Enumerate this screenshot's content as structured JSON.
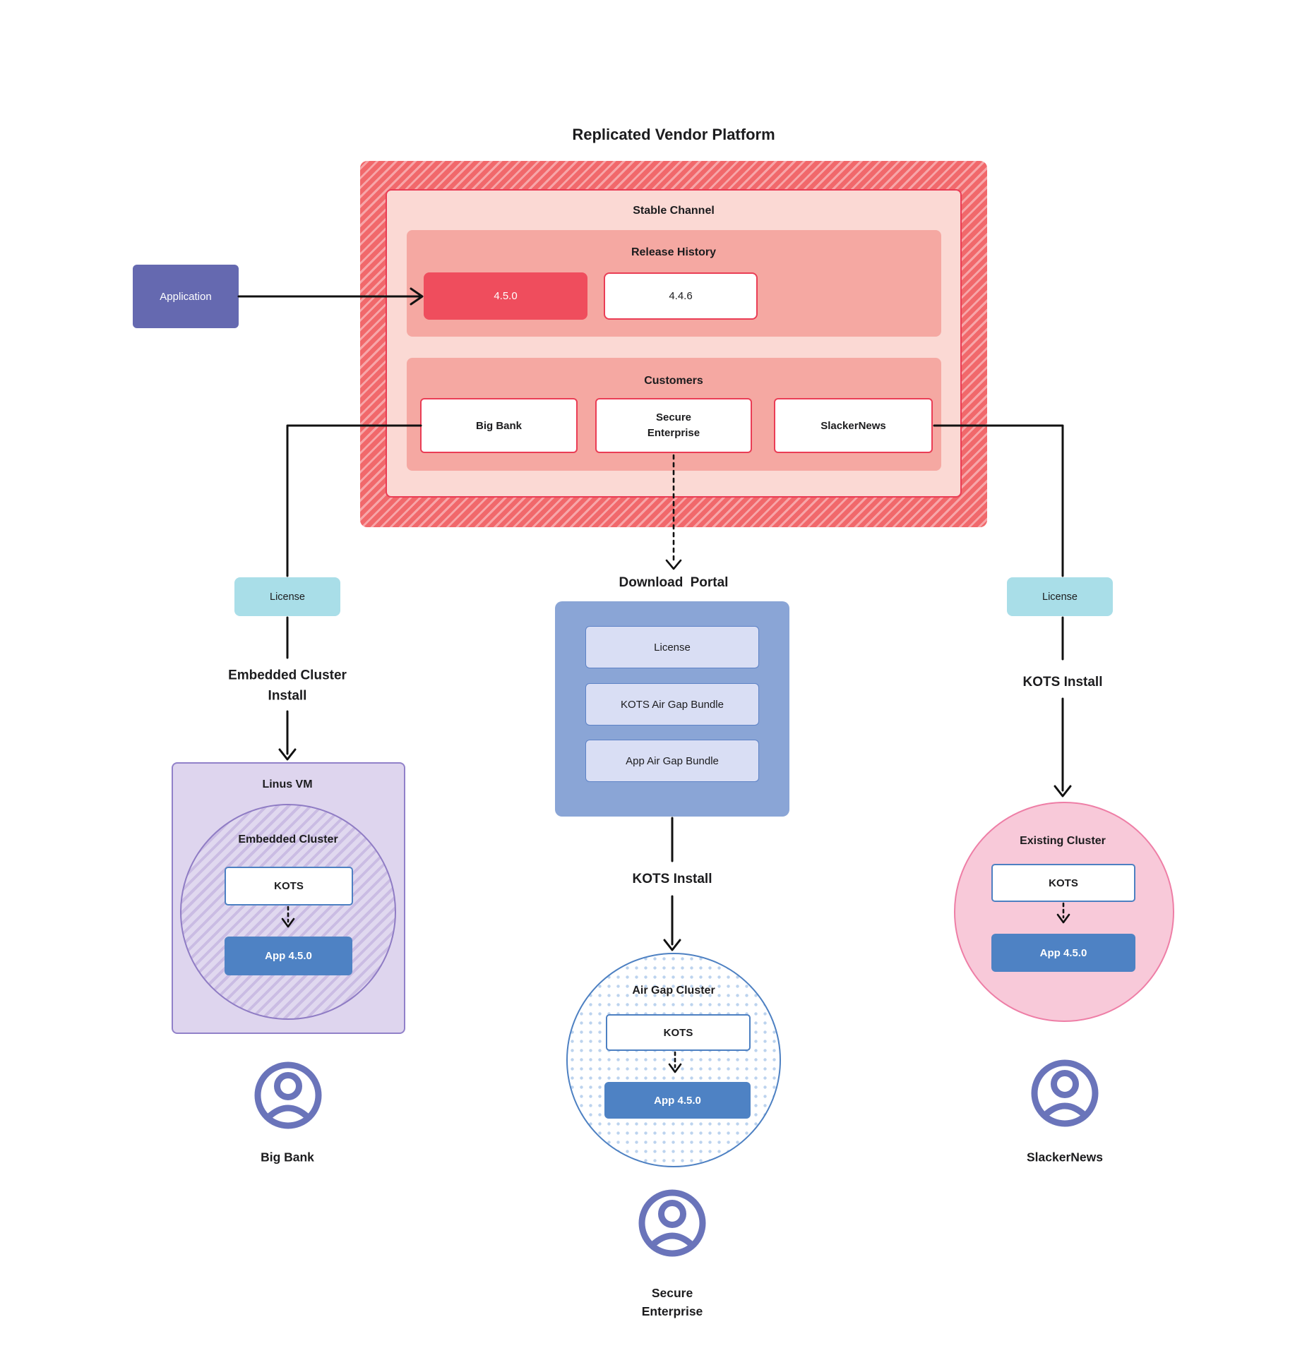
{
  "title": "Replicated Vendor Platform",
  "colors": {
    "platform_red": "#f1686b",
    "platform_stripe": "#f7a6a9",
    "stable_pink": "#fbd9d4",
    "section_salmon": "#f5a8a2",
    "release_current_red": "#ef4d5d",
    "box_border_red": "#ea3d55",
    "application_purple": "#6569b0",
    "license_cyan": "#a9dee8",
    "portal_blue": "#8aa5d6",
    "portal_item_lavender": "#d9def4",
    "app_blue": "#4e82c4",
    "kots_border_blue": "#4d80c2",
    "vm_lavender": "#ded5ee",
    "vm_border_purple": "#9181c9",
    "existing_pink": "#f8c9d9",
    "existing_border_pink": "#ee7ea6",
    "user_icon_purple": "#6a74ba"
  },
  "application": {
    "label": "Application"
  },
  "platform": {
    "stable_channel": {
      "label": "Stable Channel",
      "release_history": {
        "label": "Release History",
        "releases": [
          {
            "version": "4.5.0"
          },
          {
            "version": "4.4.6"
          }
        ]
      },
      "customers": {
        "label": "Customers",
        "items": [
          "Big Bank",
          "Secure Enterprise",
          "SlackerNews"
        ]
      }
    }
  },
  "download_portal": {
    "title": "Download Portal",
    "items": [
      "License",
      "KOTS Air Gap Bundle",
      "App Air Gap Bundle"
    ]
  },
  "branches": {
    "left": {
      "license": "License",
      "install": "Embedded Cluster Install",
      "vm_title": "Linus VM",
      "cluster_title": "Embedded Cluster",
      "kots": "KOTS",
      "app": "App 4.5.0",
      "user": "Big Bank"
    },
    "middle": {
      "install": "KOTS Install",
      "cluster_title": "Air Gap Cluster",
      "kots": "KOTS",
      "app": "App 4.5.0",
      "user": "Secure Enterprise"
    },
    "right": {
      "license": "License",
      "install": "KOTS Install",
      "cluster_title": "Existing Cluster",
      "kots": "KOTS",
      "app": "App 4.5.0",
      "user": "SlackerNews"
    }
  }
}
